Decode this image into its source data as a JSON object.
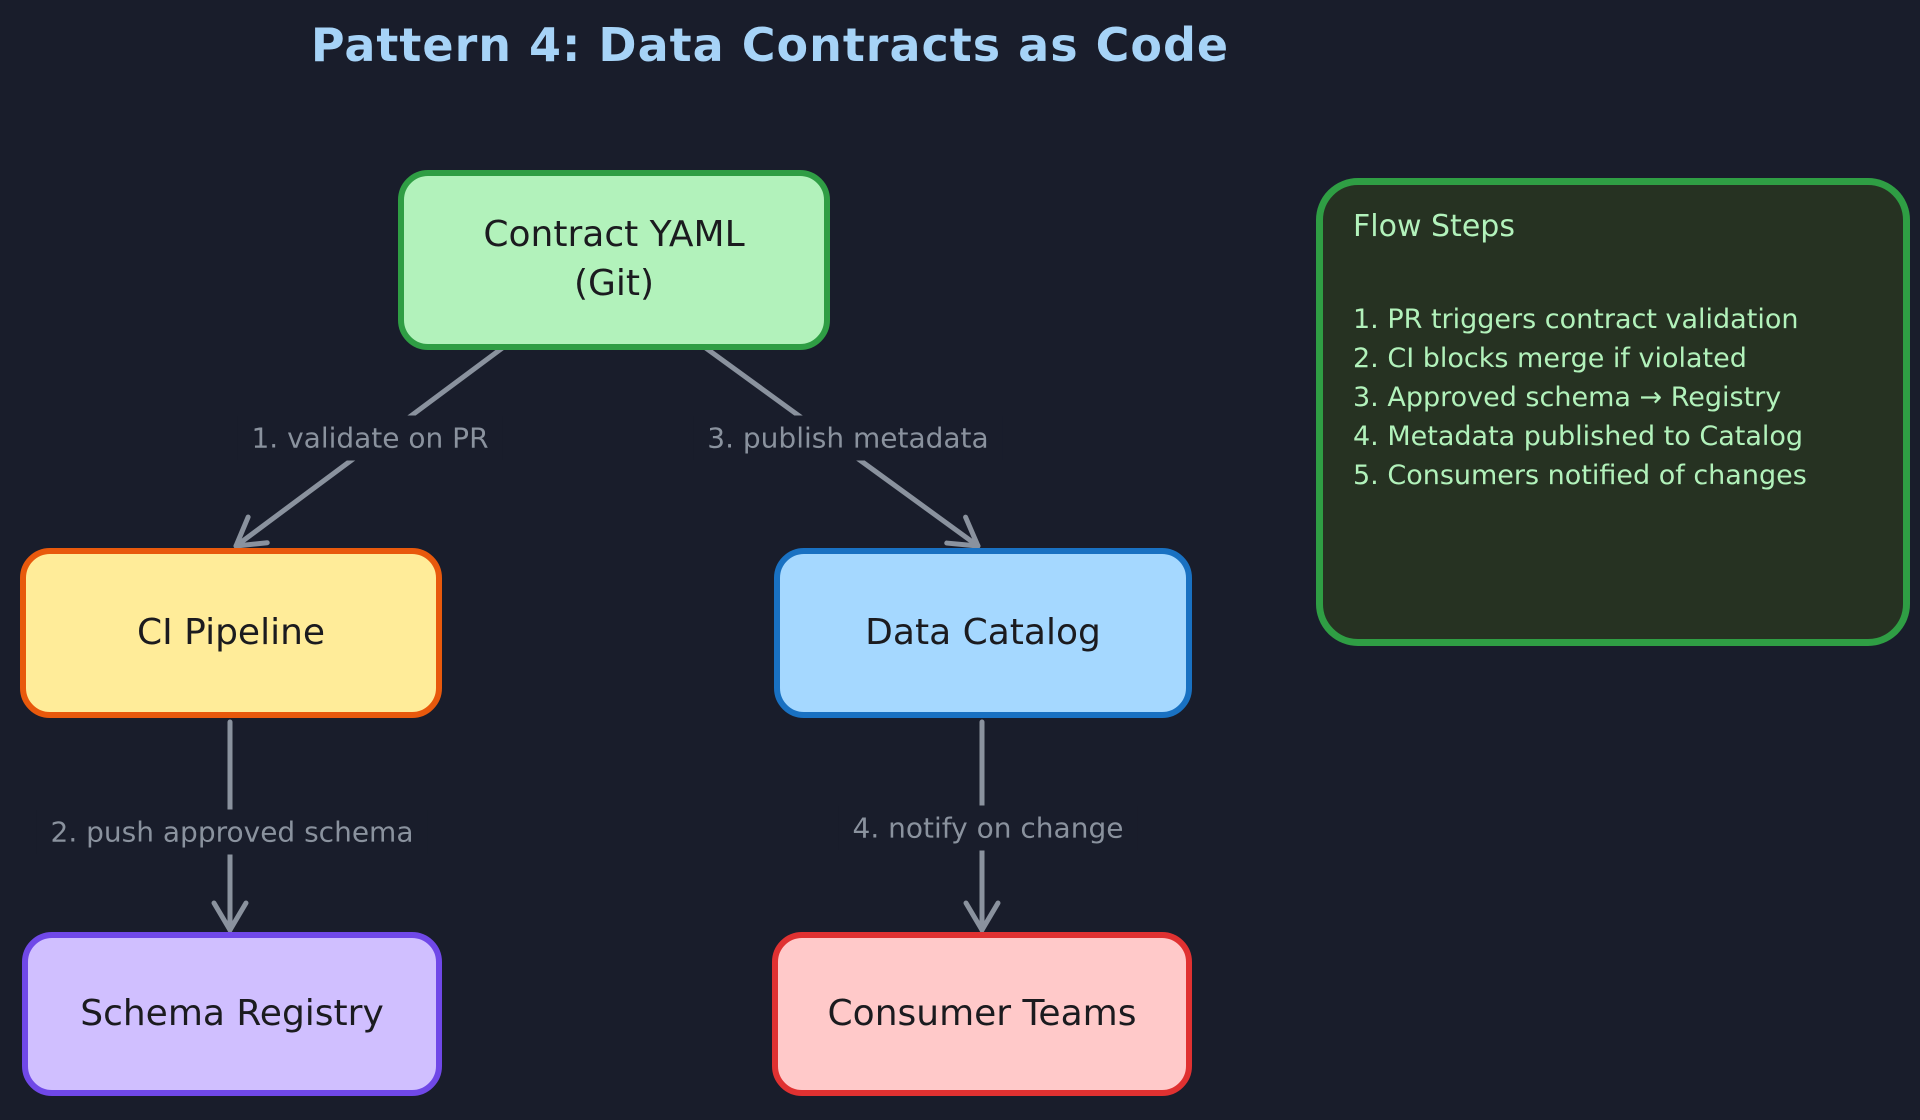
{
  "title": "Pattern 4: Data Contracts as Code",
  "nodes": {
    "contract_yaml": {
      "line1": "Contract YAML",
      "line2": "(Git)",
      "fill": "#b2f2bb",
      "stroke": "#2f9e44"
    },
    "ci_pipeline": {
      "label": "CI Pipeline",
      "fill": "#ffec99",
      "stroke": "#e8590c"
    },
    "data_catalog": {
      "label": "Data Catalog",
      "fill": "#a5d8ff",
      "stroke": "#1971c2"
    },
    "schema_registry": {
      "label": "Schema Registry",
      "fill": "#d0bfff",
      "stroke": "#7048e8"
    },
    "consumer_teams": {
      "label": "Consumer Teams",
      "fill": "#ffc9c9",
      "stroke": "#e03131"
    }
  },
  "edges": {
    "validate": {
      "label": "1. validate on PR"
    },
    "push": {
      "label": "2. push approved schema"
    },
    "publish": {
      "label": "3. publish metadata"
    },
    "notify": {
      "label": "4. notify on change"
    }
  },
  "flow_panel": {
    "title": "Flow Steps",
    "steps": [
      "1. PR triggers contract validation",
      "2. CI blocks merge if violated",
      "3. Approved schema → Registry",
      "4. Metadata published to Catalog",
      "5. Consumers notified of changes"
    ],
    "fill": "#263222",
    "stroke": "#2f9e44",
    "text_color": "#b2f2bb"
  },
  "colors": {
    "background": "#191d2b",
    "title_text": "#a6d3f7",
    "arrow": "#8a929e",
    "edge_label_text": "#8a929e",
    "node_text": "#1b1b1f"
  }
}
